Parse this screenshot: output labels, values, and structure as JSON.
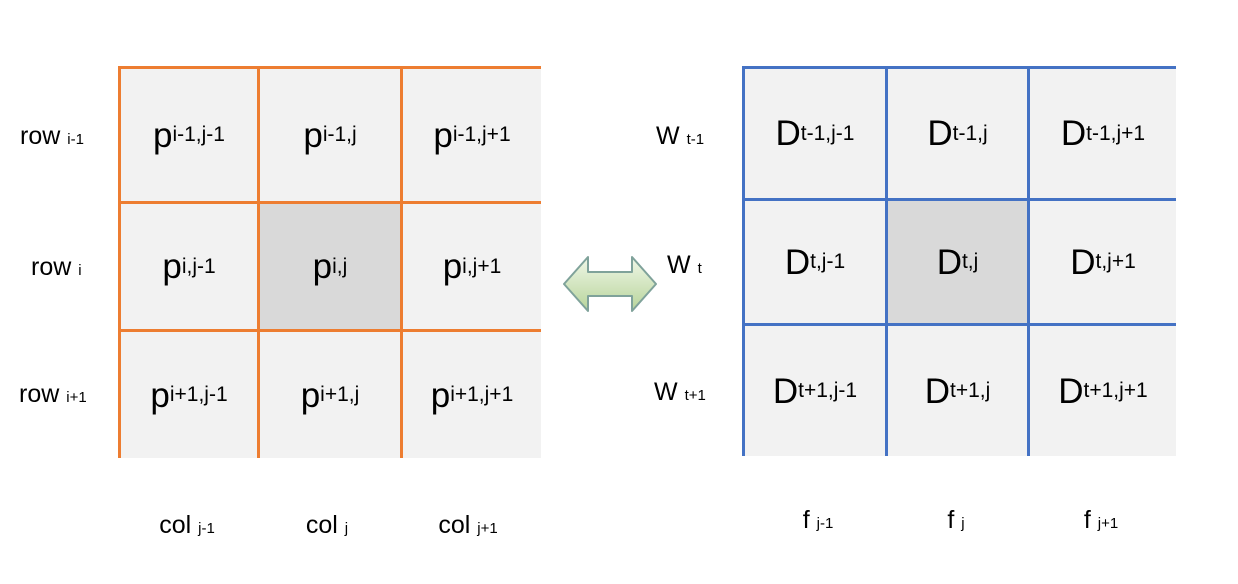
{
  "left_grid": {
    "row_labels": [
      {
        "base": "row",
        "sub": "i-1"
      },
      {
        "base": "row",
        "sub": "i"
      },
      {
        "base": "row",
        "sub": "i+1"
      }
    ],
    "col_labels": [
      {
        "base": "col",
        "sub": "j-1"
      },
      {
        "base": "col",
        "sub": "j"
      },
      {
        "base": "col",
        "sub": "j+1"
      }
    ],
    "cells": [
      [
        {
          "base": "p",
          "sub": "i-1,j-1"
        },
        {
          "base": "p",
          "sub": "i-1,j"
        },
        {
          "base": "p",
          "sub": "i-1,j+1"
        }
      ],
      [
        {
          "base": "p",
          "sub": "i,j-1"
        },
        {
          "base": "p",
          "sub": "i,j"
        },
        {
          "base": "p",
          "sub": "i,j+1"
        }
      ],
      [
        {
          "base": "p",
          "sub": "i+1,j-1"
        },
        {
          "base": "p",
          "sub": "i+1,j"
        },
        {
          "base": "p",
          "sub": "i+1,j+1"
        }
      ]
    ]
  },
  "right_grid": {
    "row_labels": [
      {
        "base": "W",
        "sub": "t-1"
      },
      {
        "base": "W",
        "sub": "t"
      },
      {
        "base": "W",
        "sub": "t+1"
      }
    ],
    "col_labels": [
      {
        "base": "f",
        "sub": "j-1"
      },
      {
        "base": "f",
        "sub": "j"
      },
      {
        "base": "f",
        "sub": "j+1"
      }
    ],
    "cells": [
      [
        {
          "base": "D",
          "sub": "t-1,j-1"
        },
        {
          "base": "D",
          "sub": "t-1,j"
        },
        {
          "base": "D",
          "sub": "t-1,j+1"
        }
      ],
      [
        {
          "base": "D",
          "sub": "t,j-1"
        },
        {
          "base": "D",
          "sub": "t,j"
        },
        {
          "base": "D",
          "sub": "t,j+1"
        }
      ],
      [
        {
          "base": "D",
          "sub": "t+1,j-1"
        },
        {
          "base": "D",
          "sub": "t+1,j"
        },
        {
          "base": "D",
          "sub": "t+1,j+1"
        }
      ]
    ]
  },
  "colors": {
    "left_border": "#ED7D31",
    "right_border": "#4472C4",
    "cell_fill": "#F2F2F2",
    "center_fill": "#D9D9D9",
    "arrow_fill_light": "#F0F7E8",
    "arrow_fill_dark": "#B7D49A",
    "arrow_stroke": "#7FA29A"
  },
  "icons": {
    "connector": "double-arrow-icon"
  }
}
